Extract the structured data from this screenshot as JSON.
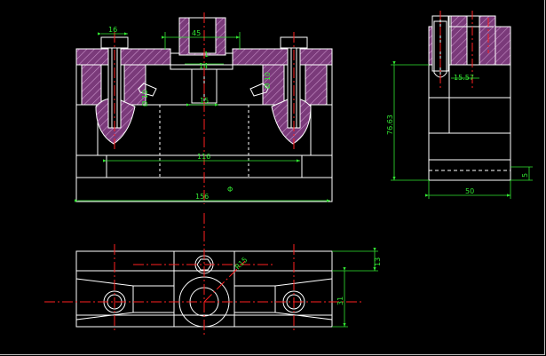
{
  "drawing": {
    "front_view": {
      "dimensions": {
        "top_width": "16",
        "slot_width": "45",
        "center_gap": "14",
        "center_hole": "15",
        "inner_width": "116",
        "overall_width": "156",
        "side_hole": "Ø 10",
        "small_mark": "1",
        "bottom_mark": "Φ"
      }
    },
    "side_view": {
      "dimensions": {
        "offset": "15.57",
        "height": "76.63",
        "base_thickness": "5",
        "width": "50"
      }
    },
    "top_view": {
      "dimensions": {
        "radius": "R15",
        "upper_offset": "13",
        "lower_offset": "31"
      }
    },
    "colors": {
      "background": "#000000",
      "outline": "#ffffff",
      "centerline": "#ff2020",
      "dimension": "#32e632",
      "hatch_fill": "#7a3a7a",
      "hatch_line": "#c78fc7"
    }
  }
}
